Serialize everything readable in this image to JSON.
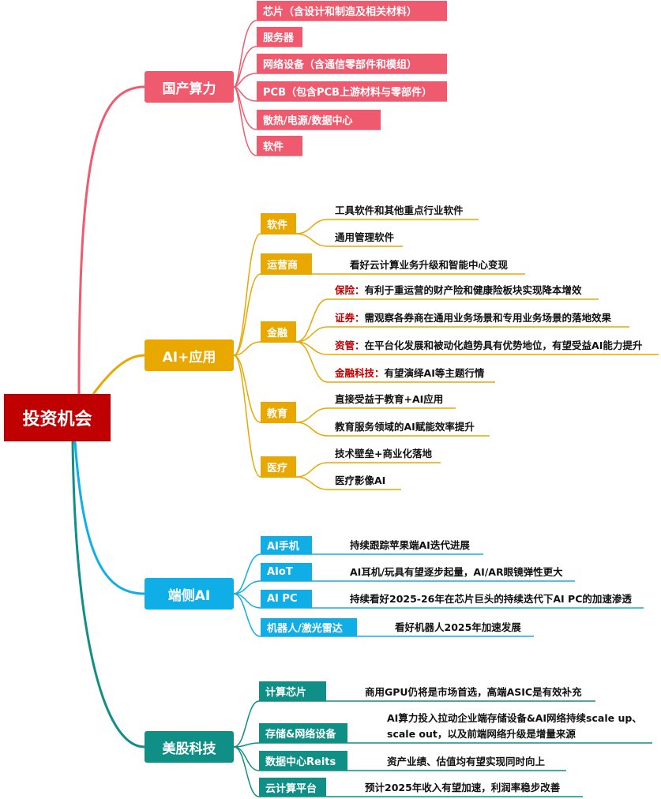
{
  "root": "投资机会",
  "colors": {
    "red": "#f05a6e",
    "gold": "#e8a800",
    "blue": "#10aee6",
    "teal": "#0f8f85",
    "root": "#c00000"
  },
  "branches": [
    {
      "label": "国产算力",
      "items": [
        "芯片（含设计和制造及相关材料）",
        "服务器",
        "网络设备（含通信零部件和模组）",
        "PCB（包含PCB上游材料与零部件）",
        "散热/电源/数据中心",
        "软件"
      ]
    },
    {
      "label": "AI+应用",
      "items": [
        {
          "label": "软件",
          "leaves": [
            "工具软件和其他重点行业软件",
            "通用管理软件"
          ]
        },
        {
          "label": "运营商",
          "leaves": [
            "看好云计算业务升级和智能中心变现"
          ]
        },
        {
          "label": "金融",
          "leaves": [
            {
              "prefix": "保险：",
              "text": "有利于重运营的财产险和健康险板块实现降本增效"
            },
            {
              "prefix": "证券：",
              "text": "需观察各券商在通用业务场景和专用业务场景的落地效果"
            },
            {
              "prefix": "资管：",
              "text": "在平台化发展和被动化趋势具有优势地位，有望受益AI能力提升"
            },
            {
              "prefix": "金融科技：",
              "text": "有望演绎AI等主题行情"
            }
          ]
        },
        {
          "label": "教育",
          "leaves": [
            "直接受益于教育+AI应用",
            "教育服务领域的AI赋能效率提升"
          ]
        },
        {
          "label": "医疗",
          "leaves": [
            "技术壁垒+商业化落地",
            "医疗影像AI"
          ]
        }
      ]
    },
    {
      "label": "端侧AI",
      "items": [
        {
          "label": "AI手机",
          "leaf": "持续跟踪苹果端AI迭代进展"
        },
        {
          "label": "AIoT",
          "leaf": "AI耳机/玩具有望逐步起量，AI/AR眼镜弹性更大"
        },
        {
          "label": "AI PC",
          "leaf": "持续看好2025-26年在芯片巨头的持续迭代下AI PC的加速渗透"
        },
        {
          "label": "机器人/激光雷达",
          "leaf": "看好机器人2025年加速发展"
        }
      ]
    },
    {
      "label": "美股科技",
      "items": [
        {
          "label": "计算芯片",
          "leaf": "商用GPU仍将是市场首选，高端ASIC是有效补充"
        },
        {
          "label": "存储&网络设备",
          "leaf1": "AI算力投入拉动企业端存储设备&AI网络持续scale up、",
          "leaf2": "scale out，以及前端网络升级是增量来源"
        },
        {
          "label": "数据中心Reits",
          "leaf": "资产业绩、估值均有望实现同时向上"
        },
        {
          "label": "云计算平台",
          "leaf": "预计2025年收入有望加速，利润率稳步改善"
        }
      ]
    }
  ]
}
